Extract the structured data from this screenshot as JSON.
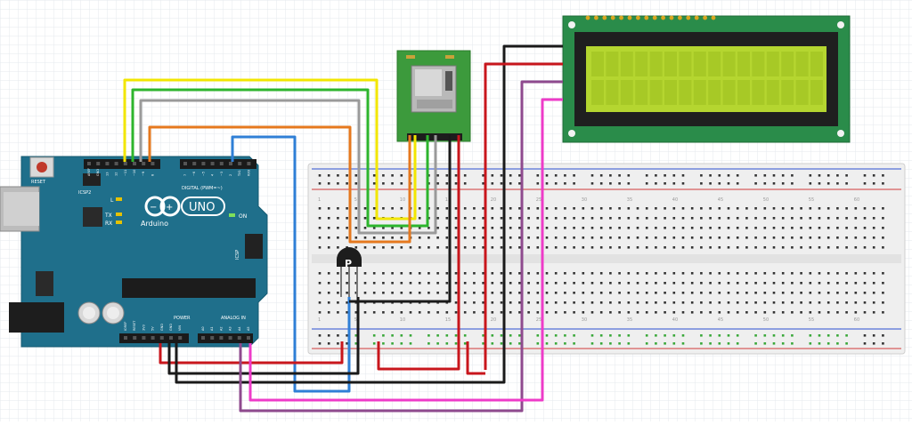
{
  "arduino": {
    "reset_label": "RESET",
    "icsp2_label": "ICSP2",
    "icsp_label": "ICSP",
    "l_label": "L",
    "tx_label": "TX",
    "rx_label": "RX",
    "on_label": "ON",
    "logo_text": "Arduino",
    "model_text": "UNO",
    "digital_label": "DIGITAL (PWM=~)",
    "power_label": "POWER",
    "analog_label": "ANALOG IN",
    "top_pins": [
      "AREF",
      "GND",
      "13",
      "12",
      "~11",
      "~10",
      "~9",
      "8",
      "7",
      "~6",
      "~5",
      "4",
      "~3",
      "2",
      "TX1",
      "RX0"
    ],
    "power_pins": [
      "IOREF",
      "RESET",
      "3V3",
      "5V",
      "GND",
      "GND",
      "VIN"
    ],
    "analog_pins": [
      "A0",
      "A1",
      "A2",
      "A3",
      "A4",
      "A5"
    ]
  },
  "sensor": {
    "label": "P"
  },
  "breadboard": {
    "col_numbers": [
      "1",
      "5",
      "10",
      "15",
      "20",
      "25",
      "30",
      "35",
      "40",
      "45",
      "50",
      "55",
      "60"
    ]
  },
  "colors": {
    "board": "#1f6f8b",
    "yellow": "#f2e600",
    "green": "#2db52d",
    "gray": "#9a9a9a",
    "orange": "#e5781e",
    "blue": "#2f7fd6",
    "red": "#c8161c",
    "black": "#1a1a1a",
    "purple": "#8e4a8e",
    "magenta": "#ee3bc8",
    "lcd_screen": "#b5d630"
  }
}
